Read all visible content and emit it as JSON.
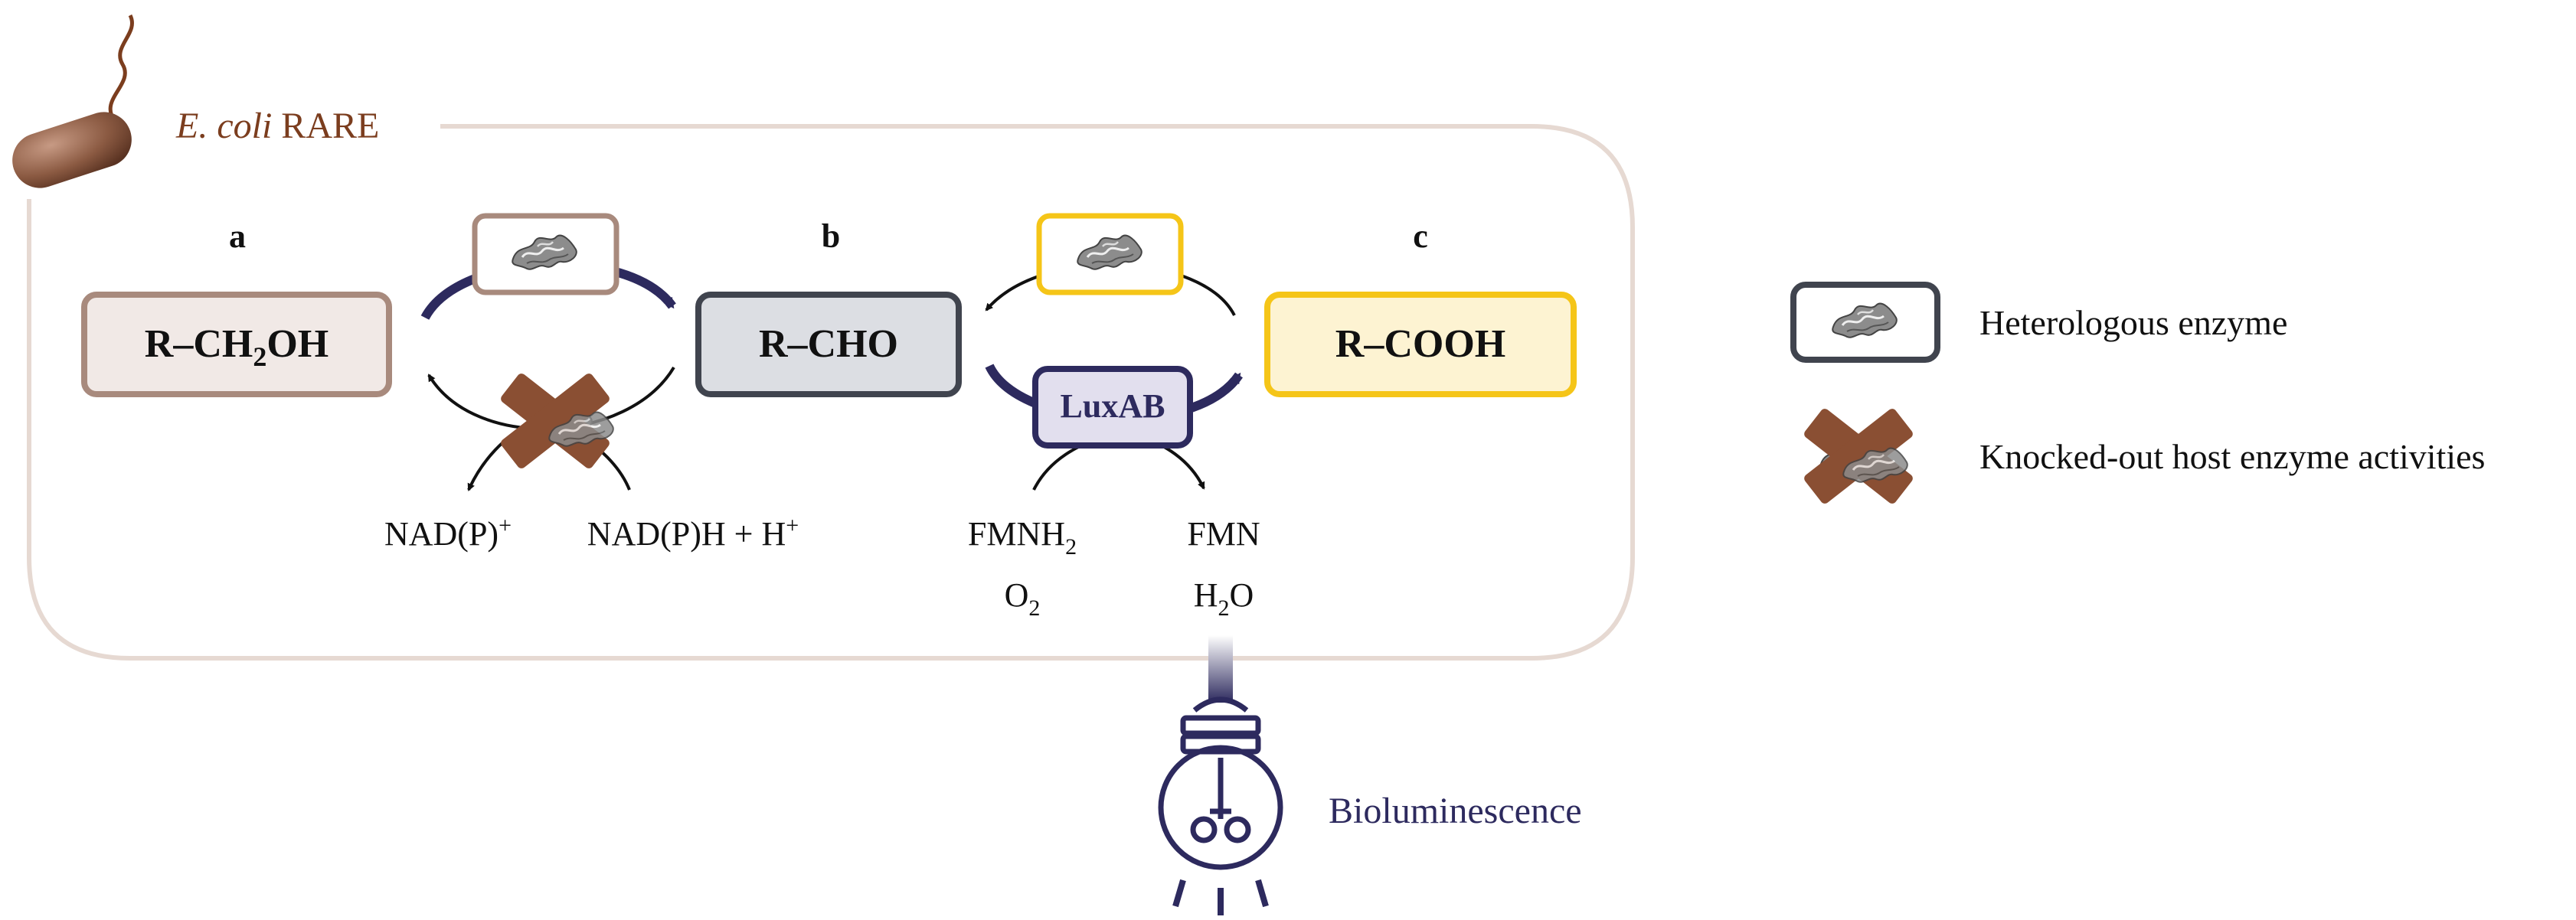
{
  "title": {
    "organism_italic": "E. coli",
    "organism_rest": " RARE"
  },
  "compounds": [
    {
      "key": "a",
      "label": "a",
      "formula_parts": [
        "R–CH",
        "2",
        "OH"
      ]
    },
    {
      "key": "b",
      "label": "b",
      "formula_parts": [
        "R–CHO"
      ]
    },
    {
      "key": "c",
      "label": "c",
      "formula_parts": [
        "R–COOH"
      ]
    }
  ],
  "cofactors": {
    "nadp_plus": {
      "base": "NAD(P)",
      "sup": "+"
    },
    "nadph": {
      "base": "NAD(P)H + H",
      "sup": "+"
    },
    "fmnh2": {
      "base": "FMNH",
      "sub": "2"
    },
    "o2": {
      "base": "O",
      "sub": "2"
    },
    "fmn": {
      "base": "FMN"
    },
    "h2o": {
      "pre": "H",
      "sub": "2",
      "post": "O"
    }
  },
  "enzyme_label": "LuxAB",
  "output_label": "Bioluminescence",
  "legend": [
    {
      "icon": "heterologous-enzyme-icon",
      "text": "Heterologous enzyme"
    },
    {
      "icon": "knockout-icon",
      "text": "Knocked-out host enzyme activities"
    }
  ],
  "colors": {
    "brown": "#7b3d1e",
    "cell_border": "#e6d9d2",
    "box_a_border": "#a88a7d",
    "box_a_fill": "#f1e9e6",
    "box_b_border": "#40444e",
    "box_b_fill": "#dcdee3",
    "box_c_border": "#f5c518",
    "box_c_fill": "#fdf3d2",
    "navy": "#2d2a5e",
    "luxab_fill": "#e2dfee",
    "cross": "#8a4f33"
  }
}
